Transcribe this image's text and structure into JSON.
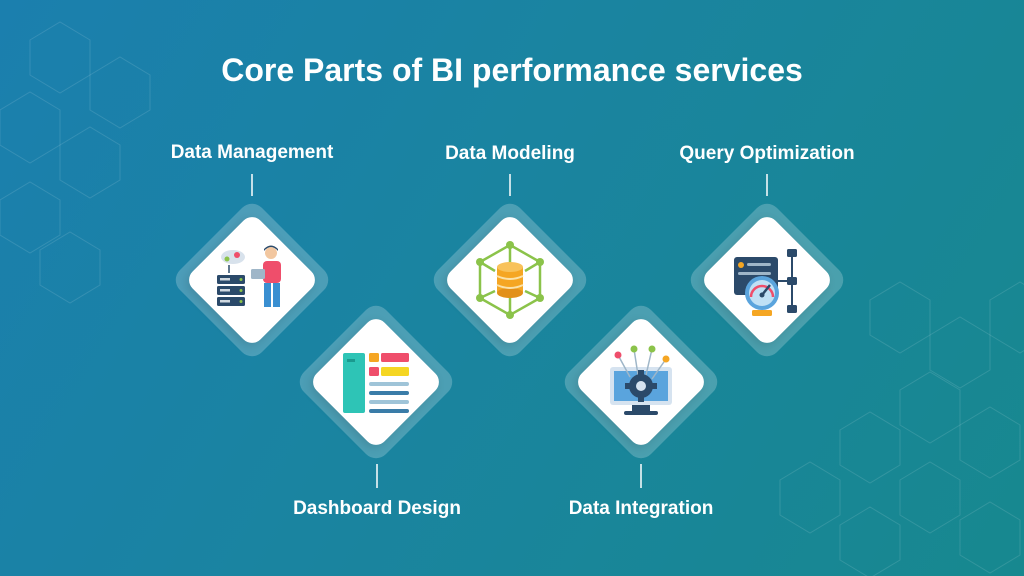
{
  "title": "Core Parts of BI performance services",
  "nodes": [
    {
      "label": "Data Management",
      "icon": "server-person-icon"
    },
    {
      "label": "Dashboard Design",
      "icon": "dashboard-icon"
    },
    {
      "label": "Data Modeling",
      "icon": "database-network-icon"
    },
    {
      "label": "Data Integration",
      "icon": "gear-monitor-icon"
    },
    {
      "label": "Query Optimization",
      "icon": "speedometer-icon"
    }
  ],
  "colors": {
    "background_start": "#1b7fae",
    "background_end": "#17888f",
    "accent_green": "#8bc34a",
    "accent_orange": "#f5a623",
    "accent_red": "#ef4e6b",
    "accent_teal": "#2ec4b6",
    "accent_navy": "#2b4a6a"
  }
}
